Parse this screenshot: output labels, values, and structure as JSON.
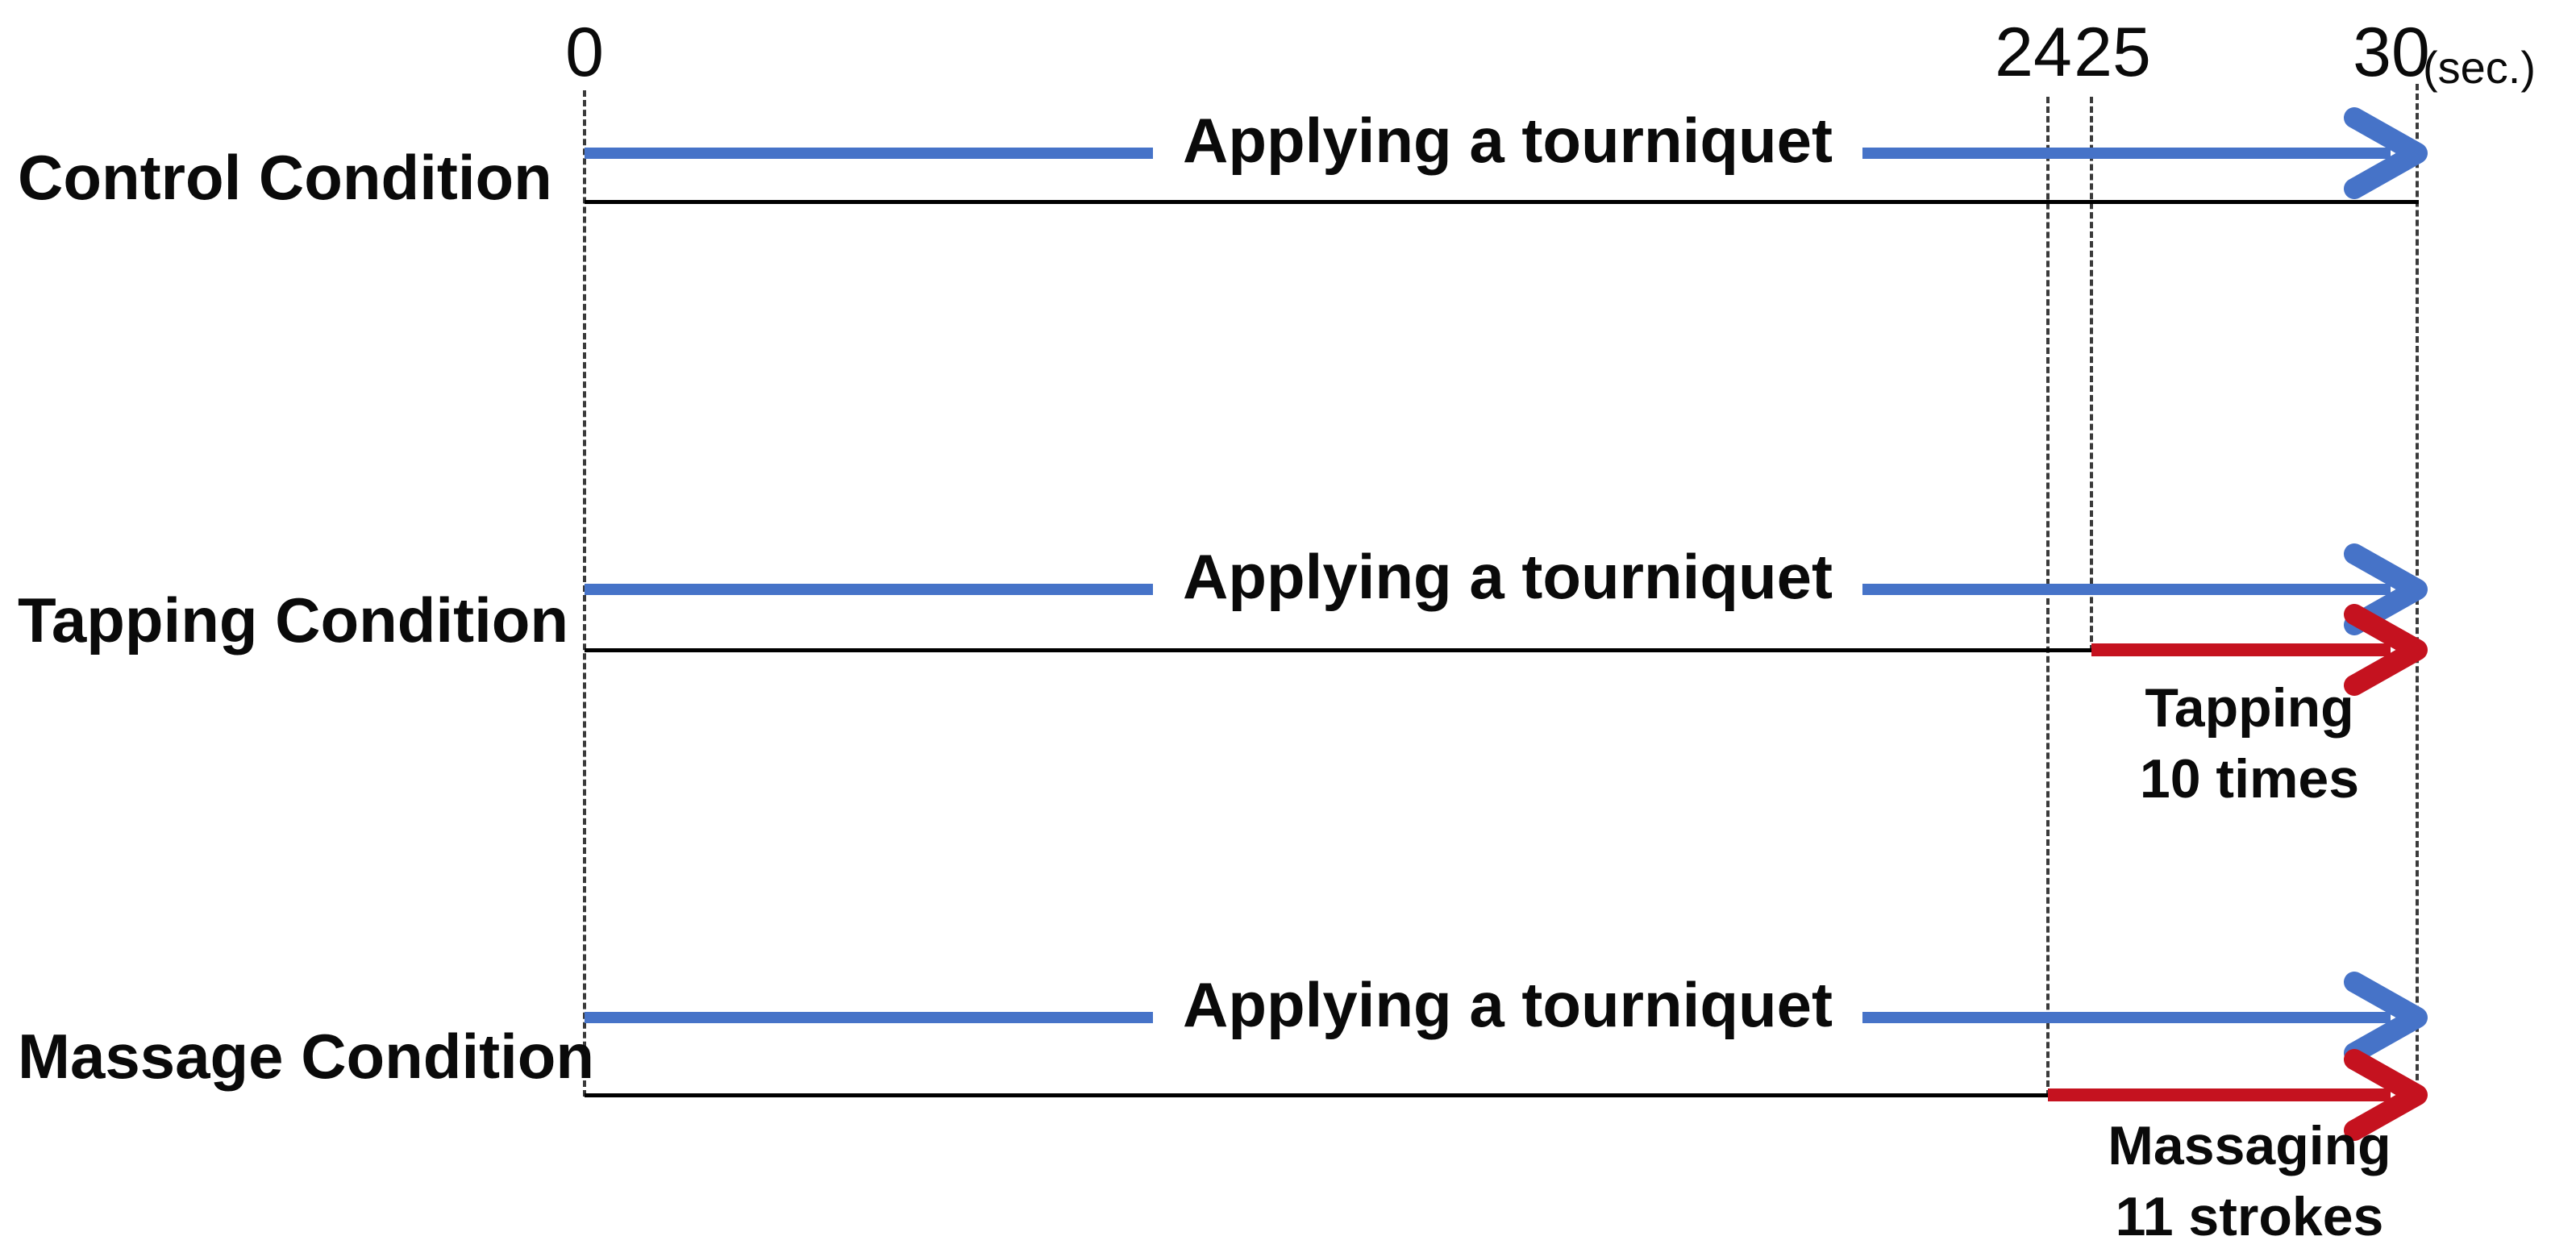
{
  "figure": {
    "title_hint": "Experimental procedure timeline for three conditions",
    "axis": {
      "unit_label": "(sec.)",
      "min": 0,
      "max": 30,
      "ticks": [
        {
          "label": "0",
          "time": 0
        },
        {
          "label": "24",
          "time": 24
        },
        {
          "label": "25",
          "time": 25
        },
        {
          "label": "30",
          "time": 30
        }
      ]
    },
    "conditions": [
      {
        "name": "Control Condition",
        "tourniquet_label": "Applying a tourniquet",
        "tourniquet_interval": {
          "start": 0,
          "end": 30
        },
        "intervention": null
      },
      {
        "name": "Tapping Condition",
        "tourniquet_label": "Applying a tourniquet",
        "tourniquet_interval": {
          "start": 0,
          "end": 30
        },
        "intervention": {
          "line1": "Tapping",
          "line2": "10 times",
          "start": 25,
          "end": 30
        }
      },
      {
        "name": "Massage Condition",
        "tourniquet_label": "Applying a tourniquet",
        "tourniquet_interval": {
          "start": 0,
          "end": 30
        },
        "intervention": {
          "line1": "Massaging",
          "line2": "11 strokes",
          "start": 24,
          "end": 30
        }
      }
    ],
    "colors": {
      "tourniquet_arrow": "#4673C8",
      "intervention_arrow": "#C5121F",
      "baseline": "#000000",
      "dashed_gridline": "#3a3a3a",
      "text": "#0a0a0a",
      "background": "#ffffff"
    }
  }
}
